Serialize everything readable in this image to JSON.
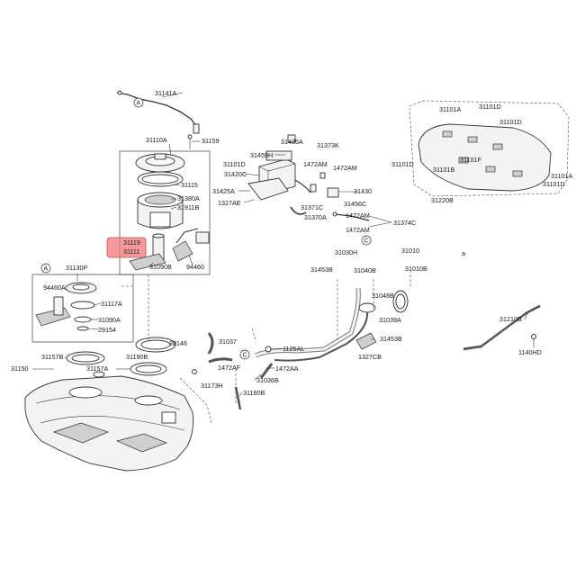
{
  "highlight_color": "#f07878",
  "callouts": [
    "A",
    "A",
    "C",
    "C"
  ],
  "section_note": "a",
  "labels": [
    "31141A",
    "31110A",
    "31159",
    "31115",
    "31380A",
    "31911B",
    "31119",
    "31111",
    "31090B",
    "94460",
    "31130P",
    "94460A",
    "31117A",
    "31090A",
    "29154",
    "29146",
    "31037",
    "31157B",
    "31190B",
    "31157A",
    "31150",
    "1472AF",
    "31173H",
    "31160B",
    "31036B",
    "1472AA",
    "1125AL",
    "31435A",
    "31373K",
    "31459H",
    "31101D",
    "31420C",
    "1472AM",
    "1472AM",
    "31425A",
    "1327AE",
    "31430",
    "31456C",
    "31371C",
    "31370A",
    "1472AM",
    "31374C",
    "1472AM",
    "31030H",
    "31453B",
    "31040B",
    "31048B",
    "31039A",
    "31453B",
    "1327CB",
    "31010",
    "31010B",
    "31101A",
    "31101D",
    "31101D",
    "31101D",
    "31101F",
    "31101B",
    "31220B",
    "31101A",
    "31101D",
    "31210B",
    "1140HD"
  ]
}
